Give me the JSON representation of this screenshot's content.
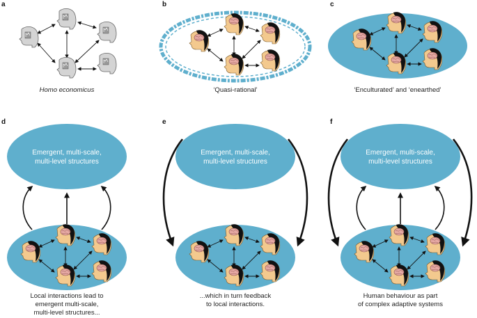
{
  "colors": {
    "teal": "#5fafcd",
    "teal_dark": "#3d93b8",
    "head_grey": "#d4d4d4",
    "head_skin": "#f3c98e",
    "hair": "#111111",
    "brain_pink": "#e6a9a4",
    "arrow": "#111111"
  },
  "panels": {
    "a": {
      "letter": "a",
      "caption": "Homo economicus",
      "head_icon": "grey-head-icon"
    },
    "b": {
      "letter": "b",
      "caption": "‘Quasi-rational’",
      "head_icon": "brain-head-icon"
    },
    "c": {
      "letter": "c",
      "caption": "‘Enculturated’ and ‘enearthed’",
      "head_icon": "brain-head-icon"
    },
    "d": {
      "letter": "d",
      "top_text": [
        "Emergent, multi-scale,",
        "multi-level structures"
      ],
      "caption": [
        "Local interactions lead to",
        "emergent multi-scale,",
        "multi-level structures..."
      ]
    },
    "e": {
      "letter": "e",
      "top_text": [
        "Emergent, multi-scale,",
        "multi-level structures"
      ],
      "caption": [
        "...which in turn feedback",
        "to local interactions."
      ]
    },
    "f": {
      "letter": "f",
      "top_text": [
        "Emergent, multi-scale,",
        "multi-level structures"
      ],
      "caption": [
        "Human behaviour as part",
        "of complex adaptive systems"
      ]
    }
  }
}
